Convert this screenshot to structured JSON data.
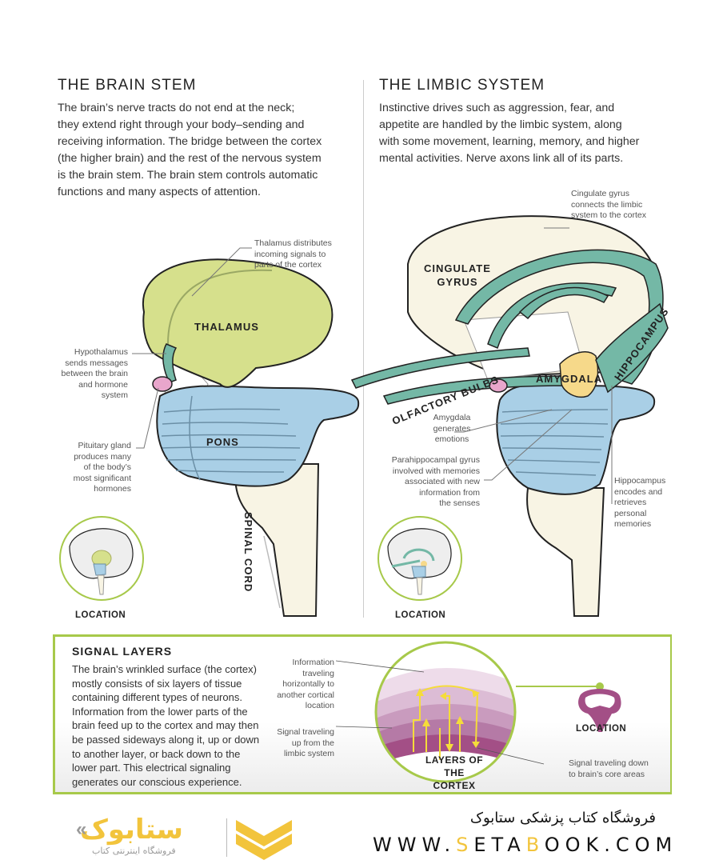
{
  "brain_stem": {
    "title": "THE BRAIN STEM",
    "body": [
      "The brain’s nerve tracts do not end at the neck;",
      "they extend right through your body–sending and",
      "receiving information. The bridge between the cortex",
      "(the higher brain) and the rest of the nervous system",
      "is the brain stem. The brain stem controls automatic",
      "functions and many aspects of attention."
    ],
    "labels": {
      "thalamus": "THALAMUS",
      "pons": "PONS",
      "spinal_cord": "SPINAL CORD"
    },
    "notes": {
      "thalamus": [
        "Thalamus distributes",
        "incoming signals to",
        "parts of the cortex"
      ],
      "hypothalamus": [
        "Hypothalamus",
        "sends messages",
        "between the brain",
        "and hormone",
        "system"
      ],
      "pituitary": [
        "Pituitary gland",
        "produces many",
        "of the body’s",
        "most significant",
        "hormones"
      ]
    },
    "location_label": "LOCATION"
  },
  "limbic_system": {
    "title": "THE LIMBIC SYSTEM",
    "body": [
      "Instinctive drives such as aggression, fear, and",
      "appetite are handled by the limbic system, along",
      "with some movement, learning, memory, and higher",
      "mental activities. Nerve axons link all of its parts."
    ],
    "labels": {
      "cingulate_gyrus": [
        "CINGULATE",
        "GYRUS"
      ],
      "hippocampus": "HIPPOCAMPUS",
      "amygdala": "AMYGDALA",
      "olfactory_bulbs": "OLFACTORY BULBS"
    },
    "notes": {
      "cingulate": [
        "Cingulate gyrus",
        "connects the limbic",
        "system to the cortex"
      ],
      "amygdala": [
        "Amygdala",
        "generates",
        "emotions"
      ],
      "parahippocampal": [
        "Parahippocampal gyrus",
        "involved with memories",
        "associated with new",
        "information from",
        "the senses"
      ],
      "hippocampus": [
        "Hippocampus",
        "encodes and",
        "retrieves",
        "personal",
        "memories"
      ]
    },
    "location_label": "LOCATION"
  },
  "signal_layers": {
    "title": "SIGNAL LAYERS",
    "body": [
      "The brain’s wrinkled surface (the cortex)",
      "mostly consists of six layers of tissue",
      "containing different types of neurons.",
      "Information from the lower parts of the",
      "brain feed up to the cortex and may then",
      "be passed sideways along it, up or down",
      "to another layer, or back down to the",
      "lower part. This electrical signaling",
      "generates our conscious experience."
    ],
    "notes": {
      "horizontal": [
        "Information",
        "traveling",
        "horizontally to",
        "another cortical",
        "location"
      ],
      "up": [
        "Signal traveling",
        "up from the",
        "limbic system"
      ],
      "down": [
        "Signal traveling down",
        "to brain’s core areas"
      ]
    },
    "diagram_label": [
      "LAYERS OF",
      "THE CORTEX"
    ],
    "location_label": "LOCATION"
  },
  "colors": {
    "thalamus": "#d6e08c",
    "pons": "#a9cfe6",
    "cord": "#f8f4e4",
    "limbic": "#74b8a6",
    "amygdala": "#f6d98a",
    "pituitary": "#e9a6cc",
    "accent_green": "#a7c94a",
    "cortex": "#a34f86",
    "arrow": "#f5dc3a"
  },
  "footer": {
    "store_name": "فروشگاه کتاب پزشکی ستابوک",
    "url_parts": [
      "WWW.",
      "S",
      "ETA",
      "B",
      "OOK.COM"
    ],
    "logo_tagline": "فروشگاه اینترنتی کتاب",
    "logo_word": "ستابوک"
  }
}
